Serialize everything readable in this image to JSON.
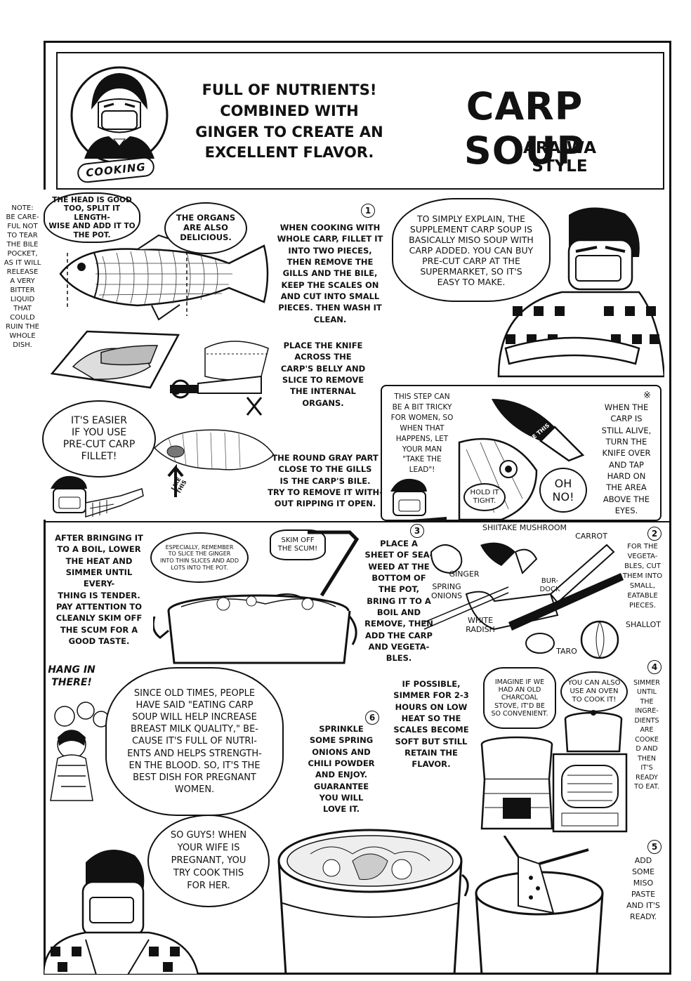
{
  "header": {
    "tagline": "FULL OF NUTRIENTS!\nCOMBINED WITH\nGINGER TO CREATE AN\nEXCELLENT FLAVOR.",
    "title": "CARP SOUP",
    "subtitle": "ARAIWA STYLE",
    "badge": "COOKING"
  },
  "margin_note": "NOTE:\nBE CARE-\nFUL NOT\nTO TEAR\nTHE BILE\nPOCKET,\nAS IT WILL\nRELEASE\nA VERY\nBITTER\nLIQUID\nTHAT\nCOULD\nRUIN THE\nWHOLE\nDISH.",
  "step1": {
    "number": "1",
    "head_bubble": "THE HEAD IS GOOD\nTOO, SPLIT IT LENGTH-\nWISE AND ADD IT TO\nTHE POT.",
    "organs_bubble": "THE ORGANS\nARE ALSO\nDELICIOUS.",
    "instruction": "WHEN COOKING WITH\nWHOLE CARP, FILLET IT\nINTO TWO PIECES,\nTHEN REMOVE THE\nGILLS AND THE BILE,\nKEEP THE SCALES ON\nAND CUT INTO SMALL\nPIECES. THEN WASH IT\nCLEAN.",
    "knife_text": "PLACE THE KNIFE\nACROSS THE\nCARP'S BELLY AND\nSLICE TO REMOVE\nTHE INTERNAL\nORGANS.",
    "circle_mark": "C",
    "easier_bubble": "IT'S EASIER\nIF YOU USE\nPRE-CUT CARP\nFILLET!",
    "bile_text": "THE ROUND GRAY PART\nCLOSE TO THE GILLS\nIS THE CARP'S BILE.\nTRY TO REMOVE IT WITH-\nOUT RIPPING IT OPEN.",
    "arrow_label": "LIKE\nTHIS"
  },
  "explain": {
    "bubble": "TO SIMPLY EXPLAIN, THE\nSUPPLEMENT CARP SOUP IS\nBASICALLY MISO SOUP WITH\nCARP ADDED. YOU CAN BUY\nPRE-CUT CARP AT THE\nSUPERMARKET, SO IT'S\nEASY TO MAKE."
  },
  "tricky": {
    "text": "THIS STEP CAN\nBE A BIT TRICKY\nFOR WOMEN, SO\nWHEN THAT\nHAPPENS, LET\nYOUR MAN\n\"TAKE THE\nLEAD\"!",
    "knife_label": "LIKE THIS",
    "hold_bubble": "HOLD IT\nTIGHT.",
    "oh_bubble": "OH\nNO!",
    "star": "※",
    "alive_text": "WHEN THE\nCARP IS\nSTILL ALIVE,\nTURN THE\nKNIFE OVER\nAND TAP\nHARD ON\nTHE AREA\nABOVE THE\nEYES."
  },
  "step_boil": {
    "text": "AFTER BRINGING IT\nTO A BOIL, LOWER\nTHE HEAT AND\nSIMMER UNTIL EVERY-\nTHING IS TENDER.\nPAY ATTENTION TO\nCLEANLY SKIM OFF\nTHE SCUM FOR A\nGOOD TASTE.",
    "ginger_bubble": "ESPECIALLY, REMEMBER\nTO SLICE THE GINGER\nINTO THIN SLICES AND ADD\nLOTS INTO THE POT.",
    "skim_bubble": "SKIM OFF\nTHE SCUM!"
  },
  "step3": {
    "number": "3",
    "text": "PLACE A\nSHEET OF SEA-\nWEED AT THE\nBOTTOM OF\nTHE POT,\nBRING IT TO A\nBOIL AND\nREMOVE, THEN\nADD THE CARP\nAND VEGETA-\nBLES."
  },
  "step2": {
    "number": "2",
    "text": "FOR THE\nVEGETA-\nBLES, CUT\nTHEM INTO\nSMALL,\nEATABLE\nPIECES.",
    "labels": {
      "shiitake": "SHIITAKE MUSHROOM",
      "carrot": "CARROT",
      "ginger": "GINGER",
      "spring_onions": "SPRING\nONIONS",
      "burdock": "BUR-\nDOCK",
      "white_radish": "WHITE\nRADISH",
      "shallot": "SHALLOT",
      "taro": "TARO"
    }
  },
  "hang": {
    "label": "HANG IN\nTHERE!"
  },
  "old_times": {
    "bubble": "SINCE OLD TIMES, PEOPLE\nHAVE SAID \"EATING CARP\nSOUP WILL HELP INCREASE\nBREAST MILK QUALITY,\" BE-\nCAUSE IT'S FULL OF NUTRI-\nENTS AND HELPS STRENGTH-\nEN THE BLOOD. SO, IT'S THE\nBEST DISH FOR PREGNANT\nWOMEN."
  },
  "step6": {
    "number": "6",
    "text": "SPRINKLE\nSOME SPRING\nONIONS AND\nCHILI POWDER\nAND ENJOY.\nGUARANTEE\nYOU WILL\nLOVE IT."
  },
  "simmer": {
    "text": "IF POSSIBLE,\nSIMMER FOR 2-3\nHOURS ON LOW\nHEAT SO THE\nSCALES BECOME\nSOFT BUT STILL\nRETAIN THE\nFLAVOR.",
    "charcoal_bubble": "IMAGINE IF WE\nHAD AN OLD\nCHARCOAL\nSTOVE, IT'D BE\nSO CONVENIENT.",
    "oven_bubble": "YOU CAN ALSO\nUSE AN OVEN\nTO COOK IT!"
  },
  "step4": {
    "number": "4",
    "text": "SIMMER\nUNTIL\nTHE\nINGRE-\nDIENTS\nARE\nCOOKE\nD AND\nTHEN\nIT'S\nREADY\nTO EAT."
  },
  "guys": {
    "bubble": "SO GUYS! WHEN\nYOUR WIFE IS\nPREGNANT, YOU\nTRY COOK THIS\nFOR HER."
  },
  "step5": {
    "number": "5",
    "text": "ADD\nSOME\nMISO\nPASTE\nAND IT'S\nREADY."
  }
}
